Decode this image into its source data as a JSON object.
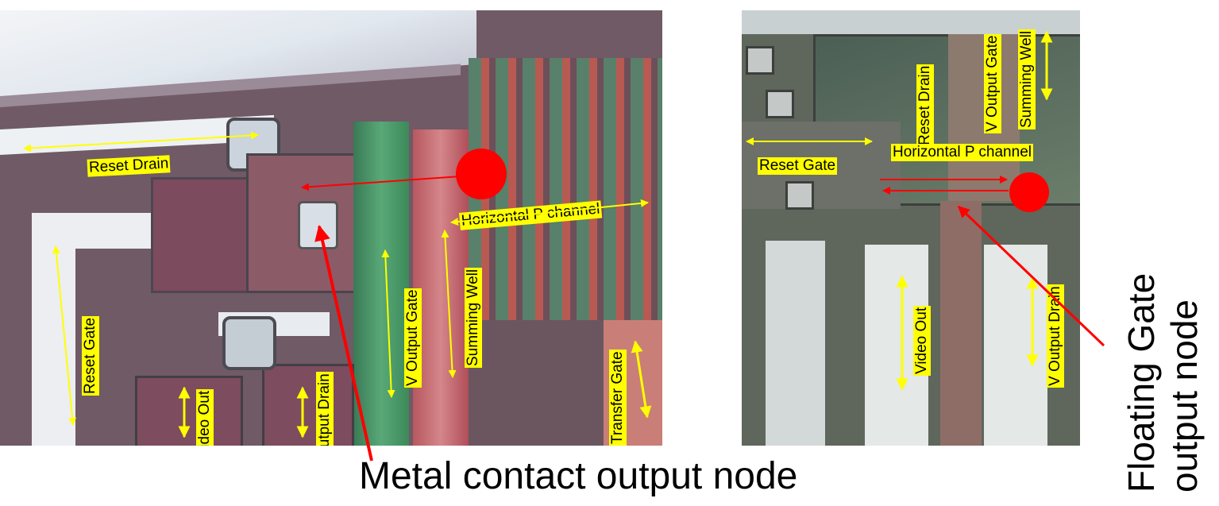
{
  "left_image": {
    "labels": {
      "reset_drain": "Reset Drain",
      "reset_gate": "Reset Gate",
      "video_out": "Video Out",
      "v_output_drain": "V Output Drain",
      "v_output_gate": "V Output Gate",
      "summing_well": "Summing Well",
      "horizontal_p_channel": "Horizontal P channel",
      "transfer_gate": "Transfer Gate"
    },
    "caption": "Metal contact output node"
  },
  "right_image": {
    "labels": {
      "reset_gate": "Reset Gate",
      "reset_drain": "Reset Drain",
      "v_output_gate": "V Output Gate",
      "summing_well": "Summing Well",
      "horizontal_p_channel": "Horizontal P channel",
      "video_out": "Video Out",
      "v_output_drain": "V Output Drain"
    },
    "caption_line1": "Floating Gate",
    "caption_line2": "output node"
  },
  "colors": {
    "label_bg": "#ffff00",
    "arrow_yellow": "#ffff00",
    "marker_red": "#ff0000"
  }
}
